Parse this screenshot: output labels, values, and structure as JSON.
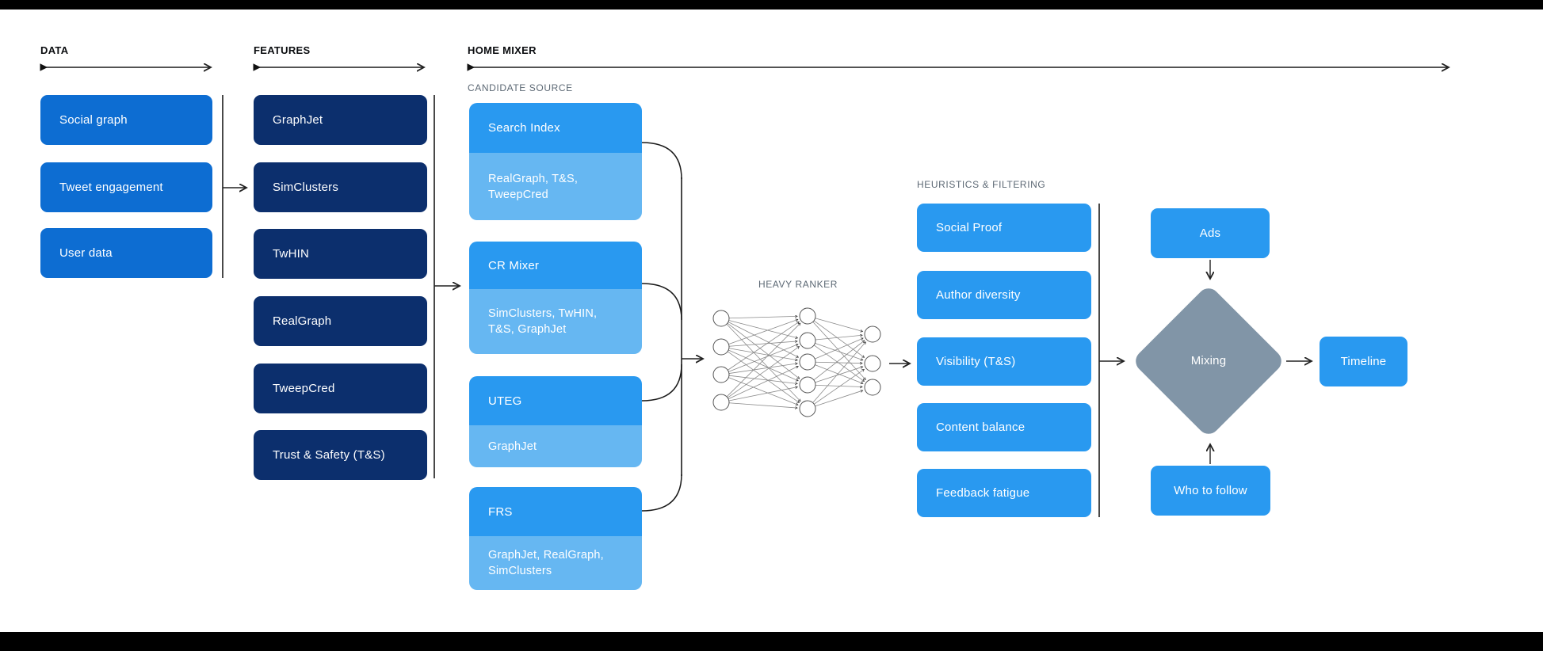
{
  "colors": {
    "data_box": "#0d6dd2",
    "feature_box": "#0c2f6d",
    "mixer_box": "#2999f0",
    "mixer_sub_box": "#66b7f2",
    "diamond": "#8195a7",
    "section_header": "#0b0d10",
    "sub_label": "#5c6874",
    "connector": "#222222"
  },
  "sections": {
    "data": {
      "label": "DATA",
      "boxes": [
        "Social graph",
        "Tweet engagement",
        "User data"
      ]
    },
    "features": {
      "label": "FEATURES",
      "boxes": [
        "GraphJet",
        "SimClusters",
        "TwHIN",
        "RealGraph",
        "TweepCred",
        "Trust & Safety (T&S)"
      ]
    },
    "home_mixer": {
      "label": "HOME MIXER",
      "candidate_source": {
        "label": "CANDIDATE SOURCE",
        "sources": [
          {
            "name": "Search Index",
            "features": "RealGraph, T&S, TweepCred"
          },
          {
            "name": "CR Mixer",
            "features": "SimClusters, TwHIN, T&S, GraphJet"
          },
          {
            "name": "UTEG",
            "features": "GraphJet"
          },
          {
            "name": "FRS",
            "features": "GraphJet, RealGraph, SimClusters"
          }
        ]
      },
      "heavy_ranker": {
        "label": "HEAVY RANKER",
        "layers": [
          4,
          5,
          3
        ]
      },
      "heuristics": {
        "label": "HEURISTICS & FILTERING",
        "boxes": [
          "Social Proof",
          "Author diversity",
          "Visibility (T&S)",
          "Content balance",
          "Feedback fatigue"
        ]
      },
      "mixing": {
        "ads": "Ads",
        "diamond": "Mixing",
        "who_to_follow": "Who to follow",
        "timeline": "Timeline"
      }
    }
  }
}
